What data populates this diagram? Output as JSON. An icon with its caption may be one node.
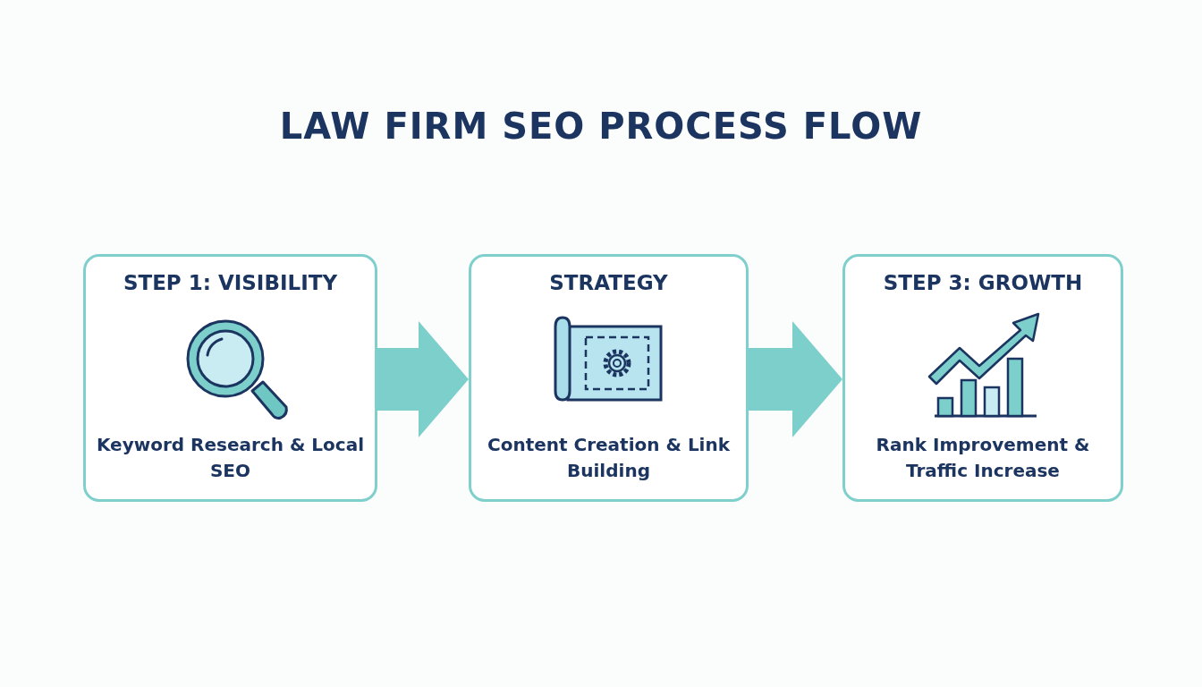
{
  "diagram": {
    "title": "LAW FIRM SEO PROCESS FLOW",
    "nodes": [
      {
        "text": [
          "STEP 1: VISIBILITY",
          "Keyword Research & Local SEO"
        ]
      },
      {
        "text": [
          "STRATEGY",
          "Content Creation & Link Building"
        ]
      },
      {
        "text": [
          "STEP 3: GROWTH",
          "Rank Improvement & Traffic Increase"
        ]
      }
    ],
    "edges": [
      {
        "from": 0,
        "to": 1,
        "arrow": "to"
      },
      {
        "from": 1,
        "to": 2,
        "arrow": "to"
      }
    ]
  }
}
